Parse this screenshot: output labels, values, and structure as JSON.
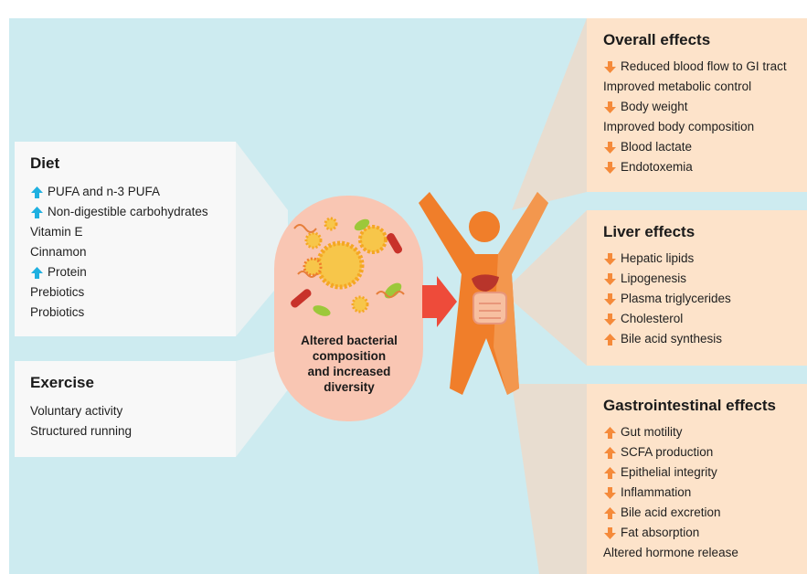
{
  "colors": {
    "background": "#cdebf0",
    "left_panel": "#f8f8f8",
    "right_panel": "#fde3ca",
    "arrow_up_blue": "#1fb0e0",
    "arrow_orange": "#f58a3a",
    "figure_body": "#f07e2a",
    "microbiome_pill": "#f9c6b3"
  },
  "diet": {
    "title": "Diet",
    "items": [
      {
        "text": "PUFA and n-3 PUFA",
        "arrow": "up-blue"
      },
      {
        "text": "Non-digestible carbohydrates",
        "arrow": "up-blue"
      },
      {
        "text": "Vitamin E",
        "arrow": "none"
      },
      {
        "text": "Cinnamon",
        "arrow": "none"
      },
      {
        "text": "Protein",
        "arrow": "up-blue"
      },
      {
        "text": "Prebiotics",
        "arrow": "none"
      },
      {
        "text": "Probiotics",
        "arrow": "none"
      }
    ]
  },
  "exercise": {
    "title": "Exercise",
    "items": [
      {
        "text": "Voluntary activity",
        "arrow": "none"
      },
      {
        "text": "Structured running",
        "arrow": "none"
      }
    ]
  },
  "center": {
    "caption_lines": [
      "Altered bacterial",
      "composition",
      "and increased",
      "diversity"
    ]
  },
  "overall": {
    "title": "Overall effects",
    "items": [
      {
        "text": "Reduced blood flow to GI tract",
        "arrow": "down-orange"
      },
      {
        "text": "Improved metabolic control",
        "arrow": "none"
      },
      {
        "text": "Body weight",
        "arrow": "down-orange"
      },
      {
        "text": "Improved body composition",
        "arrow": "none"
      },
      {
        "text": "Blood lactate",
        "arrow": "down-orange"
      },
      {
        "text": "Endotoxemia",
        "arrow": "down-orange"
      }
    ]
  },
  "liver": {
    "title": "Liver effects",
    "items": [
      {
        "text": "Hepatic lipids",
        "arrow": "down-orange"
      },
      {
        "text": "Lipogenesis",
        "arrow": "down-orange"
      },
      {
        "text": "Plasma triglycerides",
        "arrow": "down-orange"
      },
      {
        "text": "Cholesterol",
        "arrow": "down-orange"
      },
      {
        "text": "Bile acid synthesis",
        "arrow": "up-orange"
      }
    ]
  },
  "gi": {
    "title": "Gastrointestinal effects",
    "items": [
      {
        "text": "Gut motility",
        "arrow": "up-orange"
      },
      {
        "text": "SCFA production",
        "arrow": "up-orange"
      },
      {
        "text": "Epithelial integrity",
        "arrow": "up-orange"
      },
      {
        "text": "Inflammation",
        "arrow": "down-orange"
      },
      {
        "text": "Bile acid excretion",
        "arrow": "up-orange"
      },
      {
        "text": "Fat absorption",
        "arrow": "down-orange"
      },
      {
        "text": "Altered hormone release",
        "arrow": "none"
      }
    ]
  }
}
